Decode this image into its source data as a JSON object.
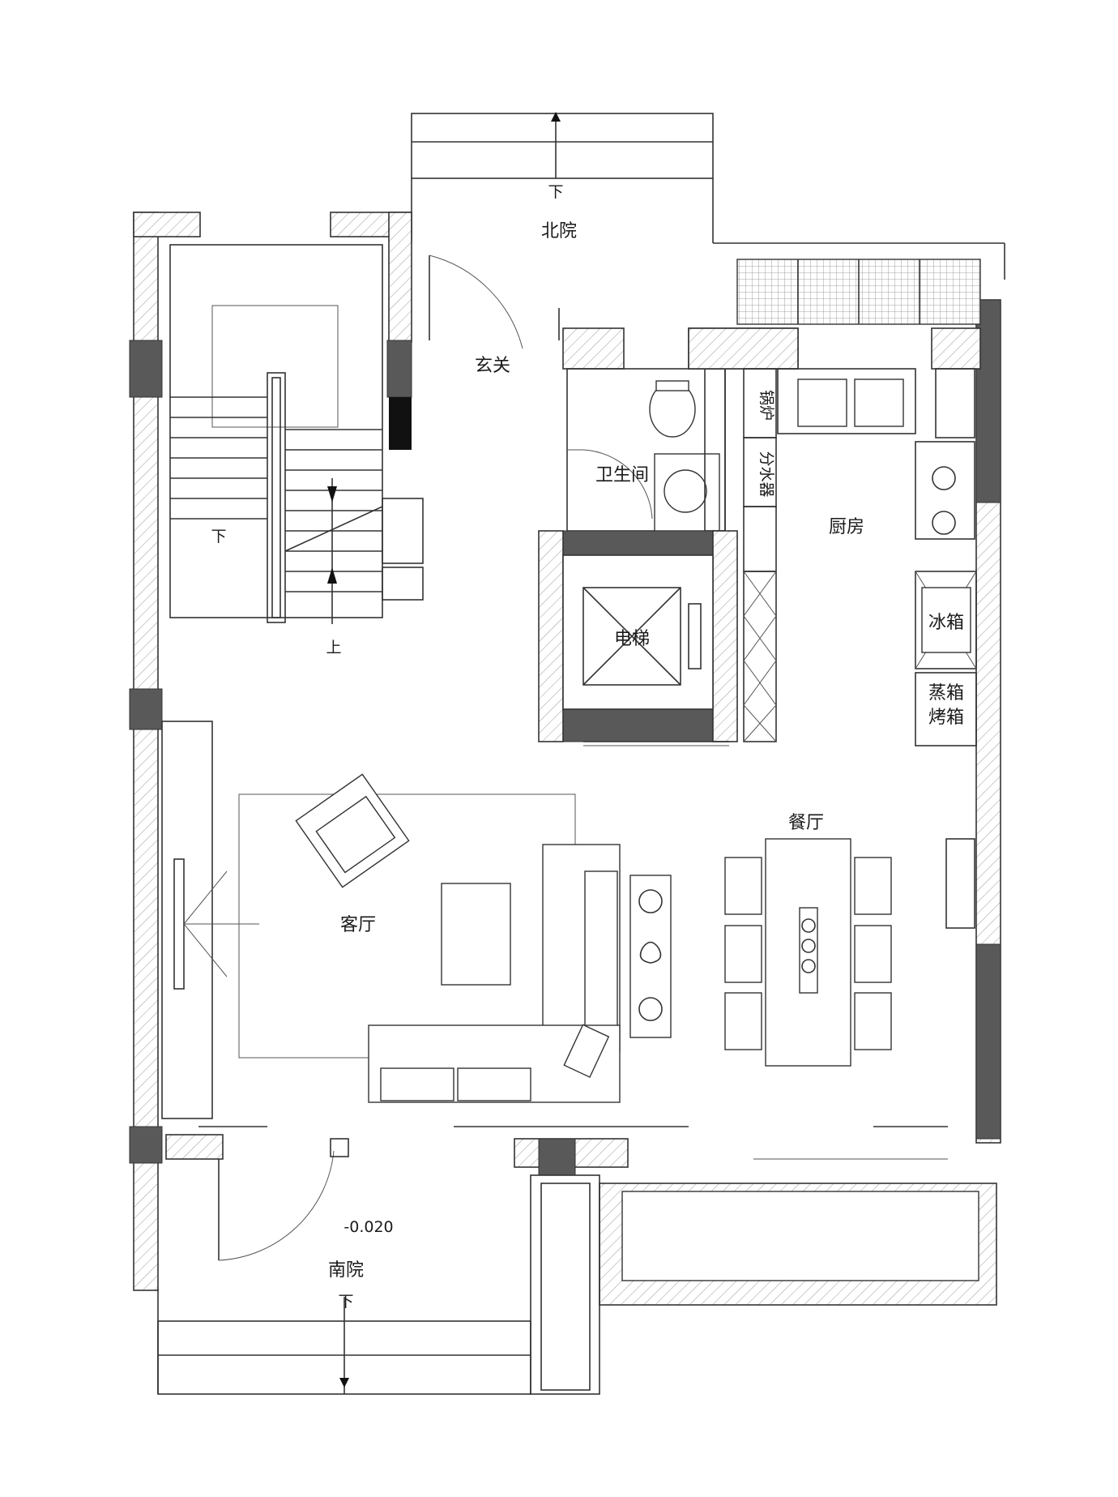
{
  "rooms": {
    "north_yard": "北院",
    "foyer": "玄关",
    "bathroom": "卫生间",
    "kitchen": "厨房",
    "elevator": "电梯",
    "living_room": "客厅",
    "dining_room": "餐厅",
    "south_yard": "南院"
  },
  "fixtures": {
    "boiler": "锅炉",
    "water_distributor": "分水器",
    "fridge": "冰箱",
    "steam_oven_1": "蒸箱",
    "steam_oven_2": "烤箱"
  },
  "stairs": {
    "down_label": "下",
    "up_label": "上"
  },
  "north_step_label": "下",
  "south_step_label": "下",
  "elevation": "-0.020",
  "colors": {
    "line": "#333333",
    "column": "#595959",
    "background": "#ffffff"
  }
}
